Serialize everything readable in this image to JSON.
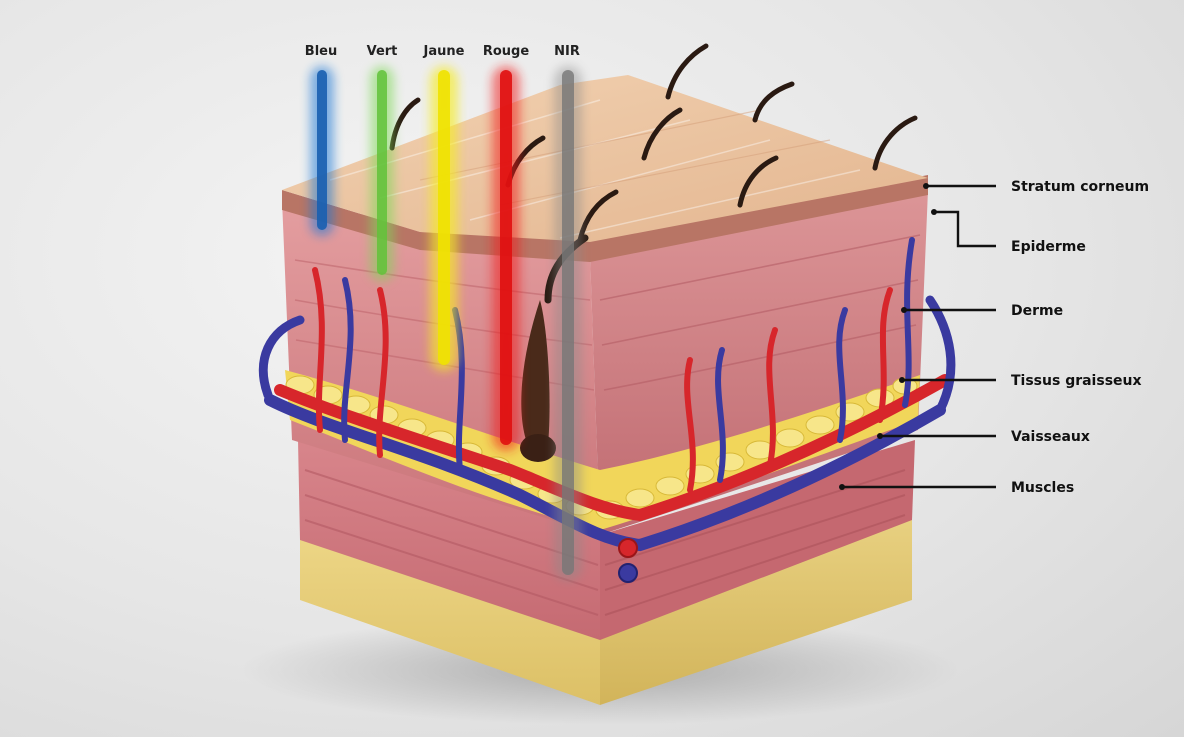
{
  "beams": [
    {
      "label": "Bleu",
      "color": "#1f78d6"
    },
    {
      "label": "Vert",
      "color": "#7ed957"
    },
    {
      "label": "Jaune",
      "color": "#f5ec22"
    },
    {
      "label": "Rouge",
      "color": "#f01c1c"
    },
    {
      "label": "NIR",
      "color": "#8a8a8a"
    }
  ],
  "layers": [
    {
      "label": "Stratum corneum"
    },
    {
      "label": "Epiderme"
    },
    {
      "label": "Derme"
    },
    {
      "label": "Tissus graisseux"
    },
    {
      "label": "Vaisseaux"
    },
    {
      "label": "Muscles"
    }
  ],
  "colors": {
    "skin_surface": "#e9c3a0",
    "dermis": "#d98b8f",
    "fat": "#f1d65a",
    "muscle": "#c9707a",
    "artery": "#d7262b",
    "vein": "#3a3aa0",
    "base_tissue": "#e8cf7a"
  }
}
